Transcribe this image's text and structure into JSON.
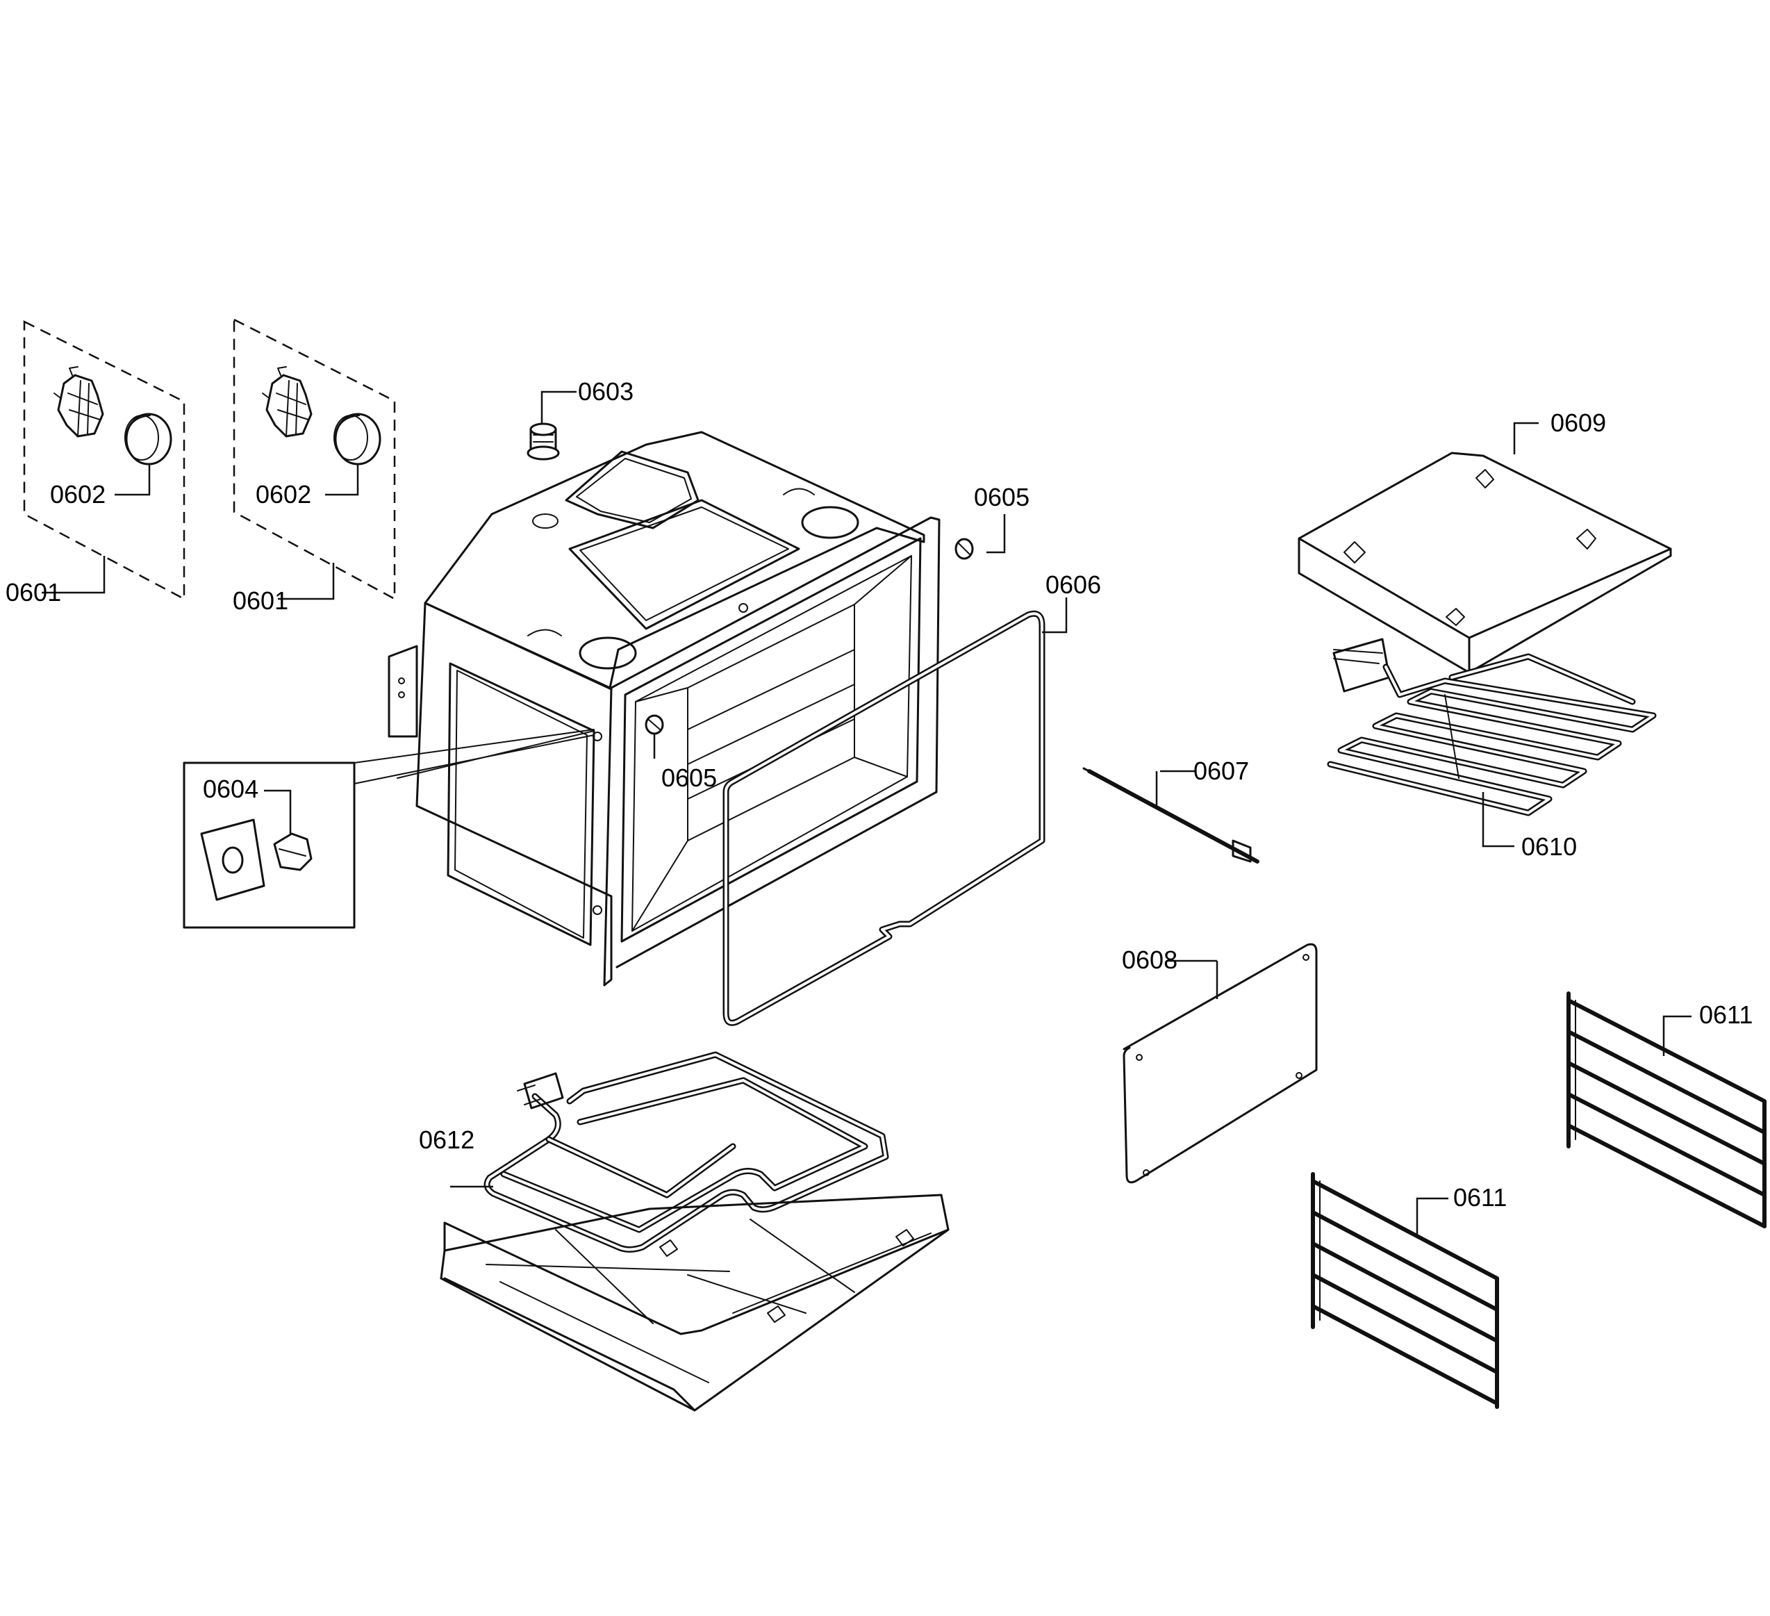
{
  "labels": {
    "p0601a": "0601",
    "p0601b": "0601",
    "p0602a": "0602",
    "p0602b": "0602",
    "p0603": "0603",
    "p0604": "0604",
    "p0605a": "0605",
    "p0605b": "0605",
    "p0606": "0606",
    "p0607": "0607",
    "p0608": "0608",
    "p0609": "0609",
    "p0610": "0610",
    "p0611a": "0611",
    "p0611b": "0611",
    "p0612": "0612"
  }
}
